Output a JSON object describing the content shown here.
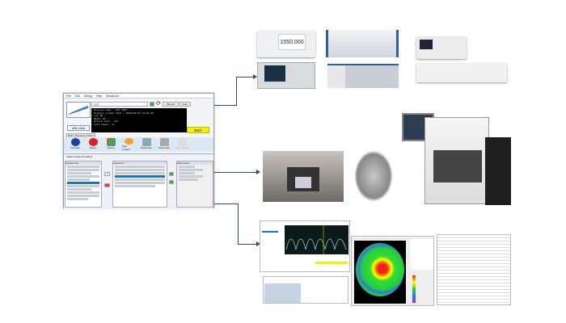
{
  "software": {
    "menu": [
      "File",
      "Edit",
      "Debug",
      "Help",
      "Advanced"
    ],
    "project_field": "SIP",
    "mode_options": [
      "Manual",
      "Auto"
    ],
    "status_button": "UNLOAD",
    "exit_button": "EXIT",
    "tabs": [
      "Main",
      "System",
      "Others"
    ],
    "toolbar": [
      "Full Stop",
      "Reset",
      "Debug",
      "Step Control",
      "Parameter",
      "Parameter",
      "Next Select"
    ],
    "terminal_lines": [
      "Process name        : SIP_TEST...",
      "Process create time : 2018/03/21 13:32:05",
      "Lot ID              :",
      "Wafer ID            :",
      "Active size         : all",
      "Test times          : 0"
    ],
    "lower_title": "Station Sequence Editor",
    "panels": [
      "Function list",
      "Sequence",
      "Parameters"
    ]
  },
  "instruments": {
    "display_value": "1550.000"
  },
  "colors": {
    "arrow": "#2b4a7a",
    "exit": "#f5f000",
    "selection": "#1b6fd6"
  }
}
